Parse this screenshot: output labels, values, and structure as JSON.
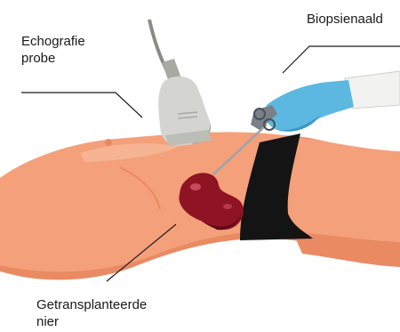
{
  "labels": {
    "probe_line1": "Echografie",
    "probe_line2": "probe",
    "needle": "Biopsienaald",
    "kidney_line1": "Getransplanteerde",
    "kidney_line2": "nier"
  },
  "colors": {
    "skin": "#f4a07a",
    "skin_shadow": "#e98a63",
    "skin_light": "#f7b493",
    "drape": "#141414",
    "kidney": "#8e1424",
    "kidney_dark": "#5e0a17",
    "kidney_highlight": "#c7485a",
    "probe_body": "#d4d4d0",
    "probe_shadow": "#a9a9a4",
    "glove": "#5cb8e0",
    "glove_shadow": "#3e97c2",
    "sleeve": "#f2f2f0",
    "needle": "#9ea3a8",
    "callout_line": "#1a1a1a"
  },
  "icons": {
    "probe": "ultrasound-probe-icon",
    "needle": "biopsy-needle-icon",
    "hand": "gloved-hand-icon",
    "kidney": "kidney-icon",
    "body": "patient-torso-icon"
  }
}
